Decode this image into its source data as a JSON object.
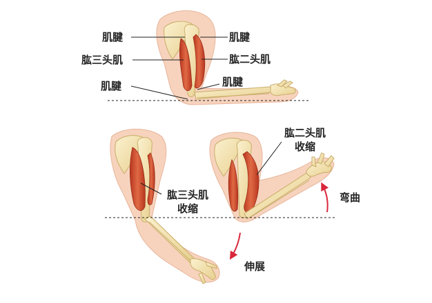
{
  "top_arm": {
    "labels_left": [
      "肌腱",
      "肱三头肌",
      "肌腱"
    ],
    "labels_right": [
      "肌腱",
      "肱二头肌",
      "肌腱"
    ]
  },
  "extension_arm": {
    "muscle_label": [
      "肱三头肌",
      "收缩"
    ],
    "motion_label": "伸展"
  },
  "flexion_arm": {
    "muscle_label": [
      "肱二头肌",
      "收缩"
    ],
    "motion_label": "弯曲"
  },
  "colors": {
    "skin": "#f7d3bd",
    "bone": "#f3e3b0",
    "muscle": "#d4553a",
    "arrow": "#d9273b"
  }
}
